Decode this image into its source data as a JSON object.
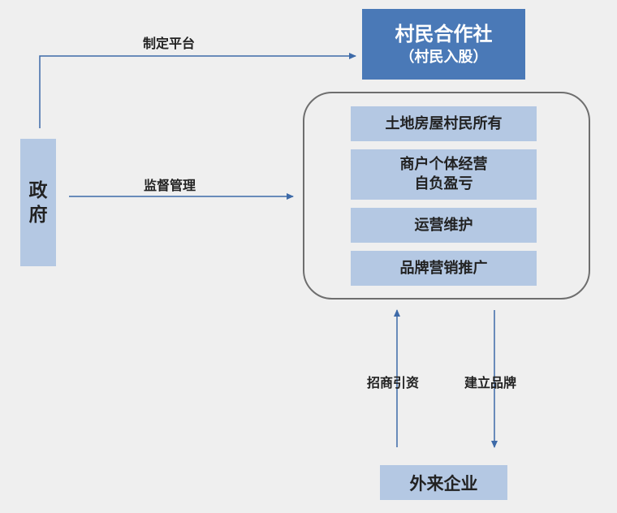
{
  "nodes": {
    "cooperative": {
      "title": "村民合作社",
      "subtitle": "（村民入股）"
    },
    "government": {
      "line1": "政",
      "line2": "府"
    },
    "external_enterprise": {
      "label": "外来企业"
    }
  },
  "cooperative_functions": [
    {
      "lines": [
        "土地房屋村民所有"
      ]
    },
    {
      "lines": [
        "商户个体经营",
        "自负盈亏"
      ]
    },
    {
      "lines": [
        "运营维护"
      ]
    },
    {
      "lines": [
        "品牌营销推广"
      ]
    }
  ],
  "edges": {
    "gov_to_coop_platform": "制定平台",
    "gov_to_coop_supervise": "监督管理",
    "ext_to_coop": "招商引资",
    "coop_to_ext": "建立品牌"
  },
  "colors": {
    "dark_blue": "#4a79b7",
    "light_blue": "#b4c8e3",
    "arrow": "#3d6aa8",
    "border": "#6e6e6e",
    "background": "#efefef"
  }
}
